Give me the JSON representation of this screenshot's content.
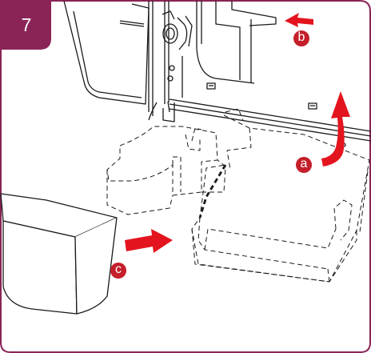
{
  "step": {
    "number": "7"
  },
  "labels": {
    "a": "a",
    "b": "b",
    "c": "c"
  },
  "colors": {
    "frame": "#8a2457",
    "arrow": "#e3141e",
    "badge": "#c41f2a",
    "line": "#1a1a1a"
  }
}
